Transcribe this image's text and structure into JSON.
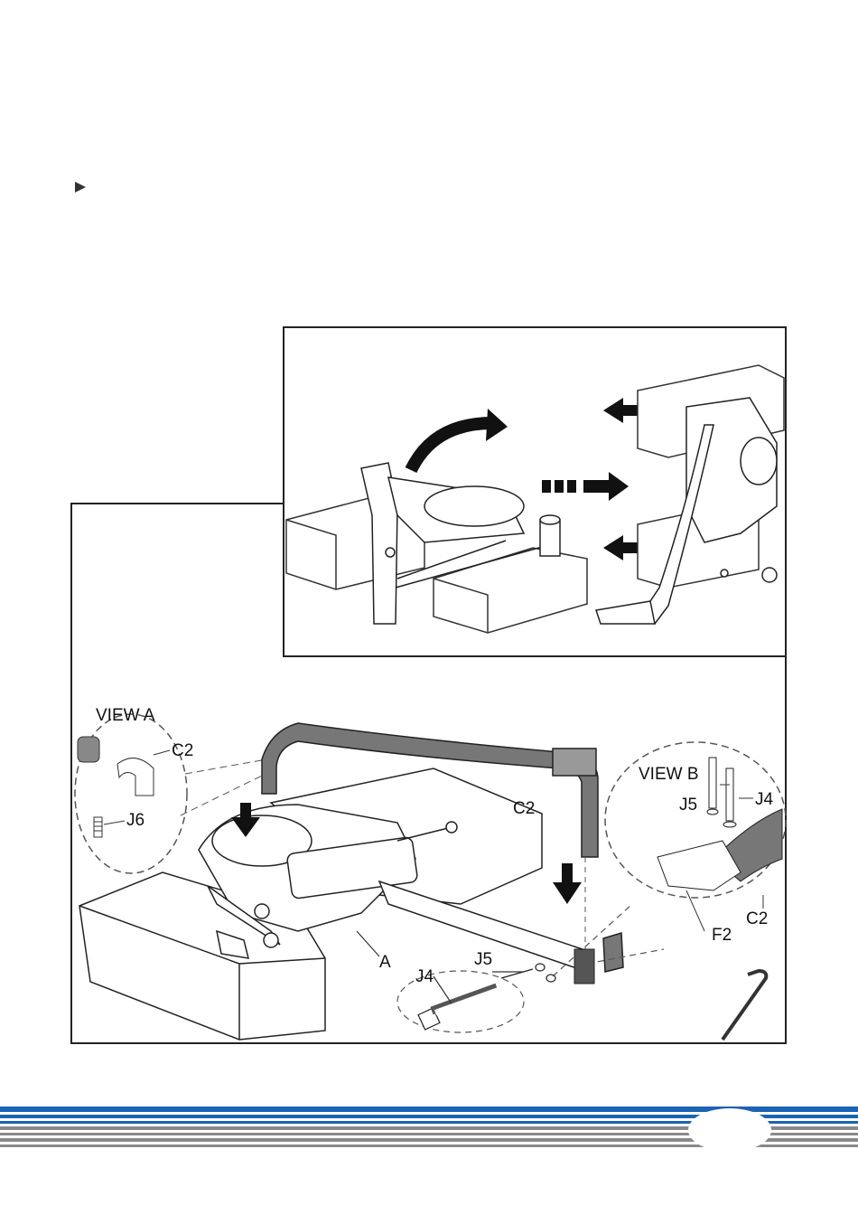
{
  "labels": {
    "view_a": "VIEW A",
    "view_b": "VIEW B",
    "c2_a": "C2",
    "j6": "J6",
    "c2_main": "C2",
    "c2_b": "C2",
    "j5_b": "J5",
    "j4_b": "J4",
    "f2": "F2",
    "a": "A",
    "j5": "J5",
    "j4": "J4"
  },
  "colors": {
    "brand_blue": "#1b63b5",
    "stripe_gray": "#8a8a8a"
  },
  "icons": {
    "bullet": "triangle-right-icon"
  }
}
